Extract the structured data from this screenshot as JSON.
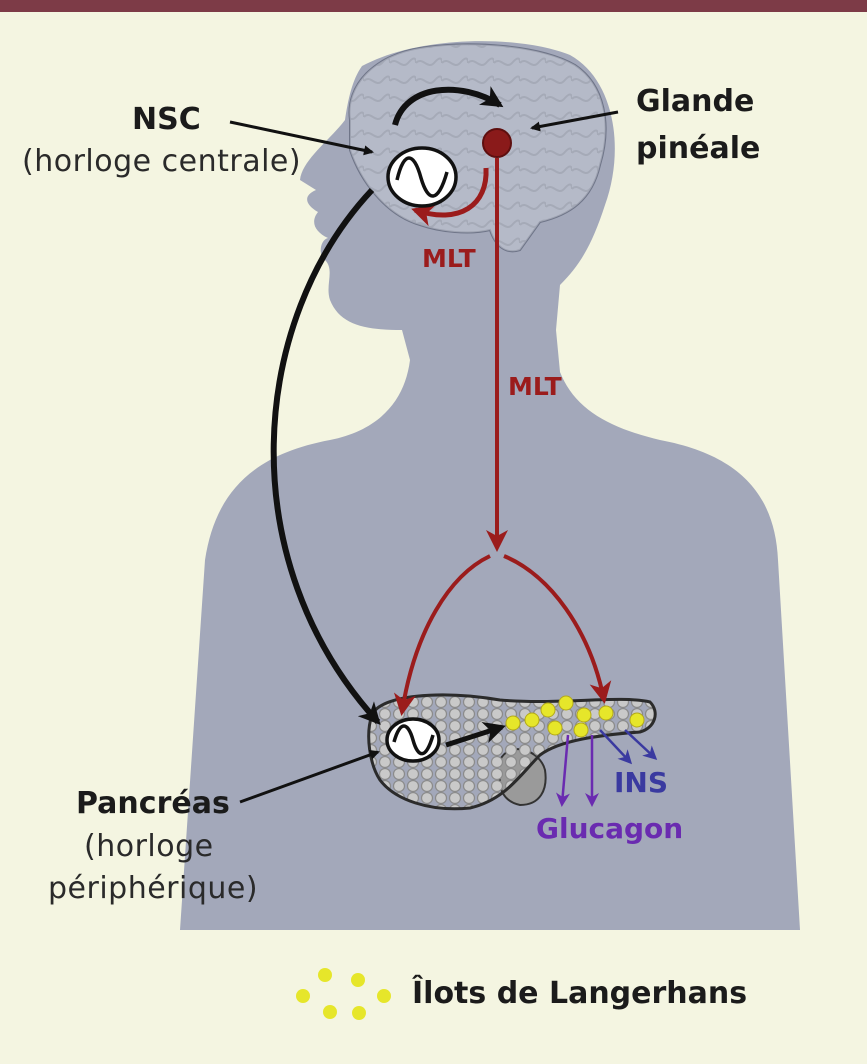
{
  "labels": {
    "nsc": "NSC",
    "nsc_sub": "(horloge centrale)",
    "pineal_line1": "Glande",
    "pineal_line2": "pinéale",
    "mlt_brain": "MLT",
    "mlt_body": "MLT",
    "pancreas": "Pancréas",
    "pancreas_sub1": "(horloge",
    "pancreas_sub2": "périphérique)",
    "ins": "INS",
    "glucagon": "Glucagon",
    "legend": "Îlots de Langerhans"
  },
  "colors": {
    "background": "#f4f5e1",
    "top_bar": "#7d3b47",
    "body_silhouette": "#a3a8ba",
    "mlt_arrows": "#9b1c1c",
    "ins_arrows": "#3a3aa0",
    "glucagon_arrows": "#6a2bb0",
    "islets": "#e6e62a"
  }
}
